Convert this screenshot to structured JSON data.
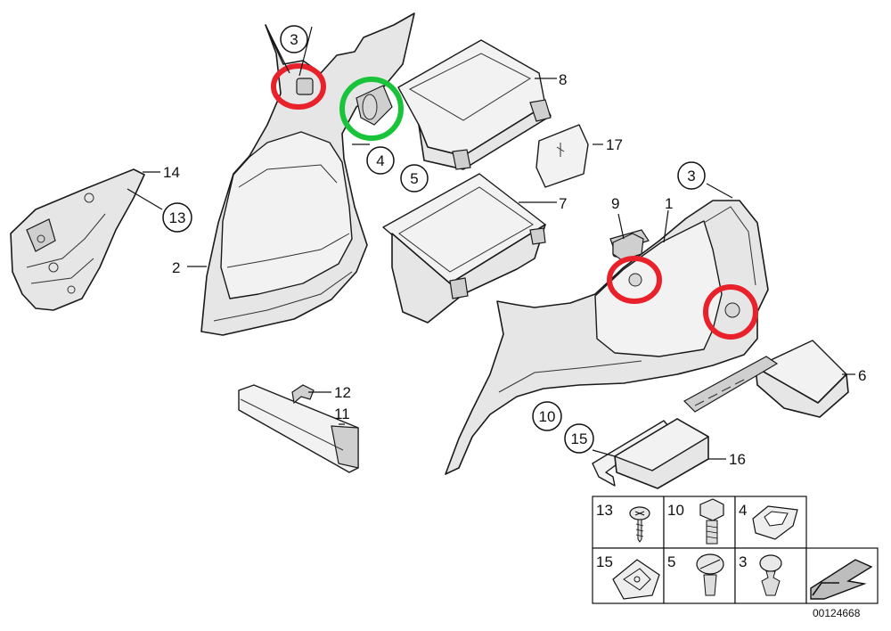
{
  "callouts": {
    "c1": "1",
    "c2": "2",
    "c3a": "3",
    "c3b": "3",
    "c4": "4",
    "c5": "5",
    "c6": "6",
    "c7": "7",
    "c8": "8",
    "c9": "9",
    "c10": "10",
    "c11": "11",
    "c12": "12",
    "c13": "13",
    "c14": "14",
    "c15": "15",
    "c16": "16",
    "c17": "17"
  },
  "legend": {
    "row1": [
      "13",
      "10",
      "4"
    ],
    "row2": [
      "15",
      "5",
      "3"
    ]
  },
  "document_number": "00124668",
  "colors": {
    "highlight_red": "#e8212a",
    "highlight_green": "#19c43a"
  }
}
